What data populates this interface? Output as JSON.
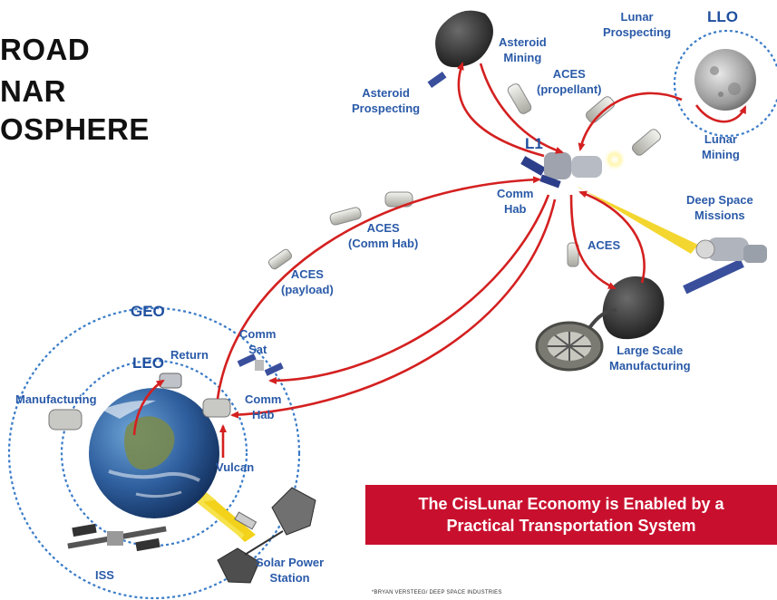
{
  "title_lines": [
    "ROAD",
    "NAR",
    "OSPHERE"
  ],
  "labels": {
    "llo": "LLO",
    "lunar_prospecting": [
      "Lunar",
      "Prospecting"
    ],
    "lunar_mining": [
      "Lunar",
      "Mining"
    ],
    "asteroid_mining": [
      "Asteroid",
      "Mining"
    ],
    "aces_propellant": [
      "ACES",
      "(propellant)"
    ],
    "asteroid_prospecting": [
      "Asteroid",
      "Prospecting"
    ],
    "l1": "L1",
    "comm_hab_l1": [
      "Comm",
      "Hab"
    ],
    "deep_space_missions": [
      "Deep Space",
      "Missions"
    ],
    "aces_comm_hab": [
      "ACES",
      "(Comm Hab)"
    ],
    "aces_mid": "ACES",
    "aces_payload": [
      "ACES",
      "(payload)"
    ],
    "large_scale_manufacturing": [
      "Large Scale",
      "Manufacturing"
    ],
    "geo": "GEO",
    "comm_sat": [
      "Comm",
      "Sat"
    ],
    "leo": "LEO",
    "return": "Return",
    "manufacturing": "Manufacturing",
    "comm_hab_leo": [
      "Comm",
      "Hab"
    ],
    "vulcan": "Vulcan",
    "iss": "ISS",
    "solar_power_station": [
      "Solar Power",
      "Station"
    ]
  },
  "banner_lines": [
    "The CisLunar Economy is Enabled by a",
    "Practical Transportation System"
  ],
  "credit": "*BRYAN VERSTEEG/ DEEP SPACE INDUSTRIES",
  "colors": {
    "label_blue": "#2a5aa8",
    "orbit_dash": "#3a7cc8",
    "arrow_red": "#d42020",
    "banner_red": "#c8102e",
    "laser_yellow": "#f2d21a"
  }
}
